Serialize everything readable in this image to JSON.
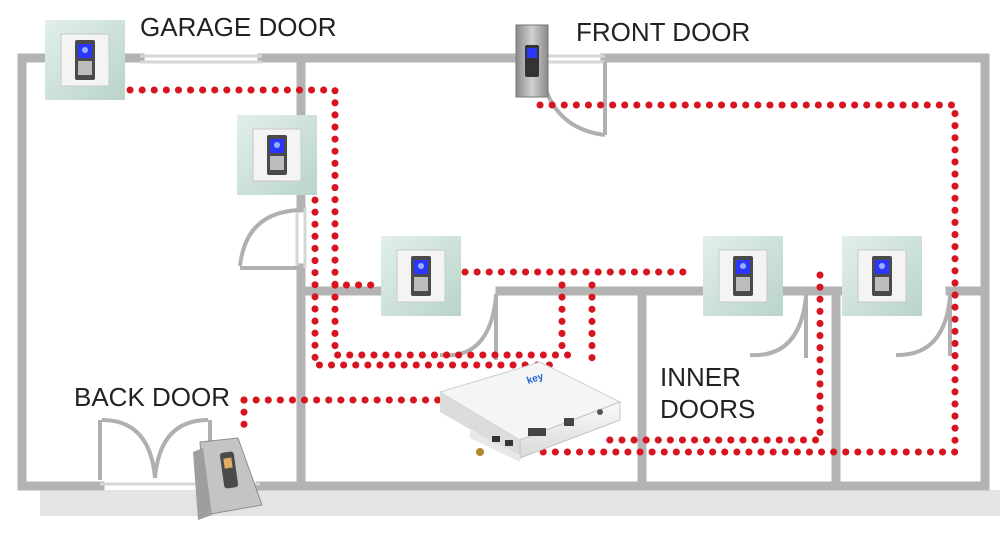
{
  "labels": {
    "garage_door": "GARAGE DOOR",
    "front_door": "FRONT DOOR",
    "back_door": "BACK DOOR",
    "inner_doors_line1": "INNER",
    "inner_doors_line2": "DOORS",
    "controller_brand": "key"
  },
  "colors": {
    "wall": "#b3b3b3",
    "wiring": "#d7141f",
    "reader_frame": "#cfe3dc",
    "reader_led": "#3a46ff",
    "controller_body": "#eeeeee"
  },
  "devices": {
    "wall_reader_icon": "fingerprint-reader-icon",
    "surface_reader_icon": "fingerprint-terminal-icon",
    "controller_icon": "control-unit-icon"
  }
}
